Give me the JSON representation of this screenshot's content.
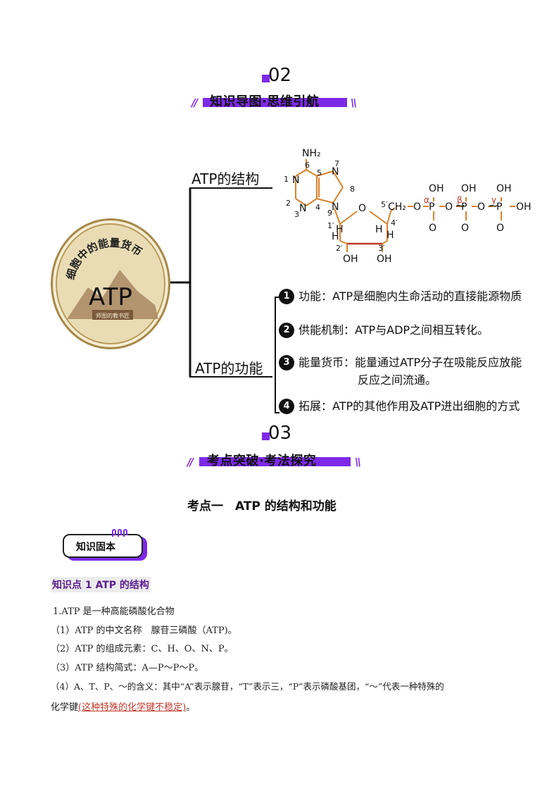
{
  "section02": {
    "number": "02",
    "title": "知识导图·思维引航"
  },
  "mindmap": {
    "coin_arc_text": "细胞中的能量货币",
    "coin_center_text": "ATP",
    "coin_bottom_text": "师图的教书匠",
    "branch_structure": "ATP的结构",
    "branch_function": "ATP的功能",
    "function_items": [
      {
        "num": "1",
        "text": "功能：ATP是细胞内生命活动的直接能源物质"
      },
      {
        "num": "2",
        "text": "供能机制：ATP与ADP之间相互转化。"
      },
      {
        "num": "3",
        "text": "能量货币：能量通过ATP分子在吸能反应放能"
      },
      {
        "num": "",
        "text": "反应之间流通。"
      },
      {
        "num": "4",
        "text": "拓展：ATP的其他作用及ATP进出细胞的方式"
      }
    ]
  },
  "molecule": {
    "nh2": "NH₂",
    "n": "N",
    "ring_numbers": [
      "1",
      "2",
      "3",
      "4",
      "5",
      "6",
      "7",
      "8",
      "9"
    ],
    "sugar_numbers": [
      "1′",
      "2′",
      "3′",
      "4′",
      "5′"
    ],
    "h": "H",
    "oh": "OH",
    "o": "O",
    "p": "P",
    "ch2": "CH₂",
    "alpha": "α",
    "beta": "β",
    "gamma": "γ",
    "tilde": "~"
  },
  "section03": {
    "number": "03",
    "title": "考点突破·考法探究"
  },
  "kaodian_title": "考点一　ATP 的结构和功能",
  "tag_label": "知识固本",
  "knowledge_point": "知识点 1 ATP 的结构",
  "body": {
    "line1": "1.ATP 是一种高能磷酸化合物",
    "line2": "（1）ATP 的中文名称　腺苷三磷酸（ATP)。",
    "line3": "（2）ATP 的组成元素：C、H、O、N、P。",
    "line4": "（3）ATP 结构简式：A—P～P～P。",
    "line5": "（4）A、T、P、～的含义：其中“A”表示腺苷，“T”表示三，“P”表示磷酸基团，“～”代表一种特殊的",
    "line6_prefix": "化学键",
    "line6_note": "(这种特殊的化学键不稳定)",
    "line6_suffix": "。"
  },
  "colors": {
    "accent": "#7d2ae8",
    "molecule_orange": "#d9822b",
    "red": "#c0392b",
    "label_purple": "#5a1d91"
  }
}
